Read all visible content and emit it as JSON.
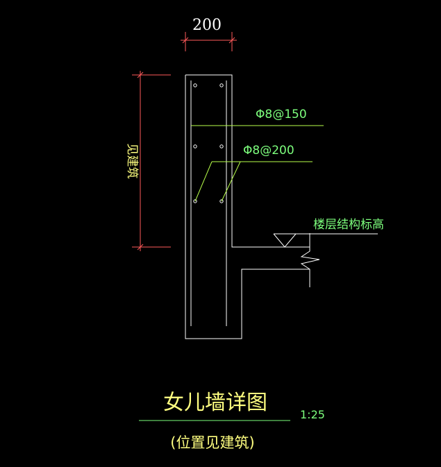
{
  "drawing": {
    "dimension_width": "200",
    "dimension_height": "见建筑",
    "rebar_horizontal": "Φ8@150",
    "rebar_vertical": "Φ8@200",
    "floor_level_label": "楼层结构标高",
    "title": "女儿墙详图",
    "scale": "1:25",
    "subtitle": "(位置见建筑)"
  },
  "colors": {
    "background": "#000000",
    "outline": "#ffffff",
    "dimension": "#ff5a5a",
    "leader": "#b8ff4a",
    "text_primary": "#ffff80",
    "text_white": "#ffffff",
    "text_green": "#7dff7d"
  }
}
